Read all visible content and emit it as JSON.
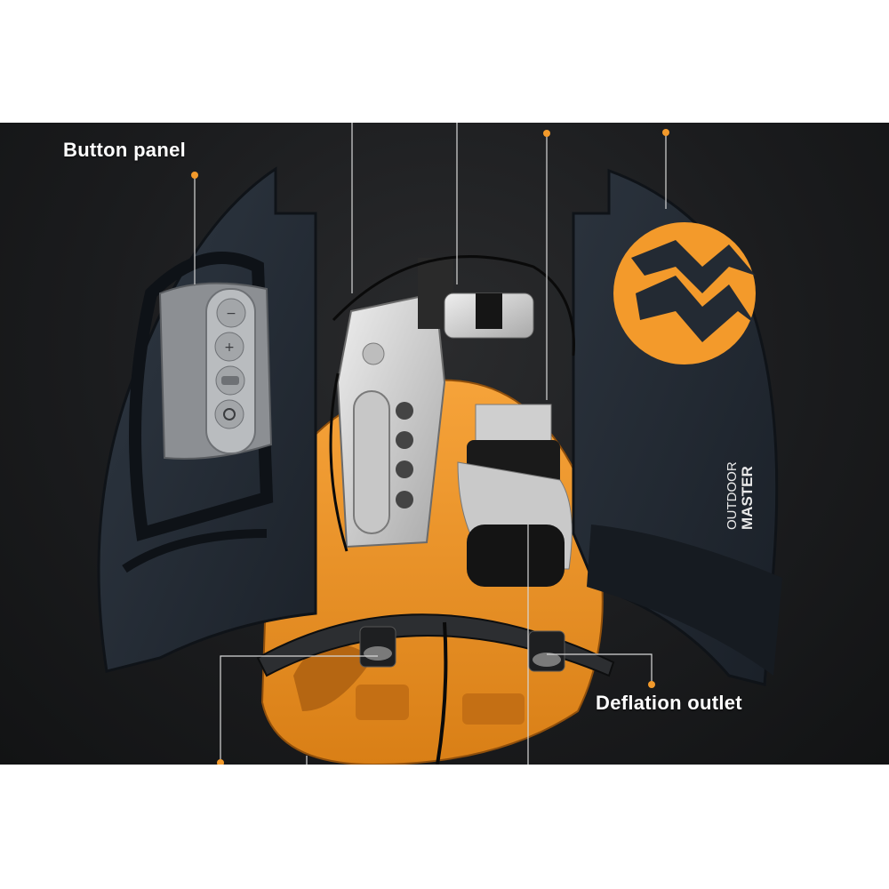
{
  "callouts": {
    "button_panel": "Button panel",
    "deflation_outlet": "Deflation outlet"
  },
  "brand": {
    "line1": "OUTDOOR",
    "line2": "MASTER"
  },
  "colors": {
    "background": "#1b1c1e",
    "shell": "#232a33",
    "accent_orange": "#f39a2b",
    "module_white": "#d9d9d9",
    "label": "#ffffff"
  }
}
